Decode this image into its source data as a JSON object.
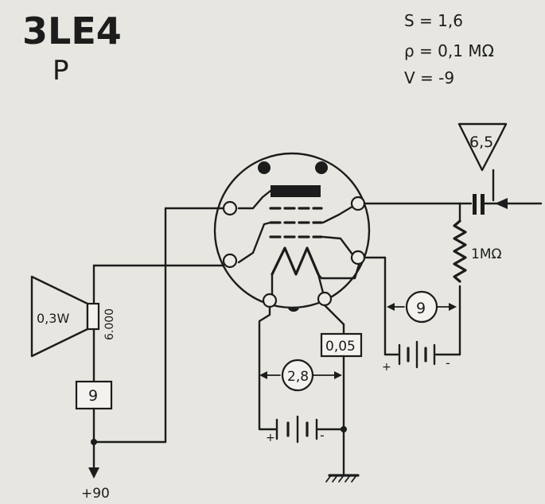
{
  "header": {
    "tube_type": "3LE4",
    "tube_function": "P",
    "params": {
      "s_label": "S = 1,6",
      "rho_label": "ρ = 0,1 MΩ",
      "v_label": "V = -9"
    }
  },
  "values": {
    "input_level": "6,5",
    "grid_resistor": "1MΩ",
    "bias_battery": "9",
    "filament_voltage": "2,8",
    "filament_current": "0,05",
    "speaker_power": "0,3W",
    "output_impedance": "6.000",
    "anode_drop": "9",
    "supply": "+90"
  },
  "battery_marks": {
    "plus": "+",
    "minus": "-"
  }
}
